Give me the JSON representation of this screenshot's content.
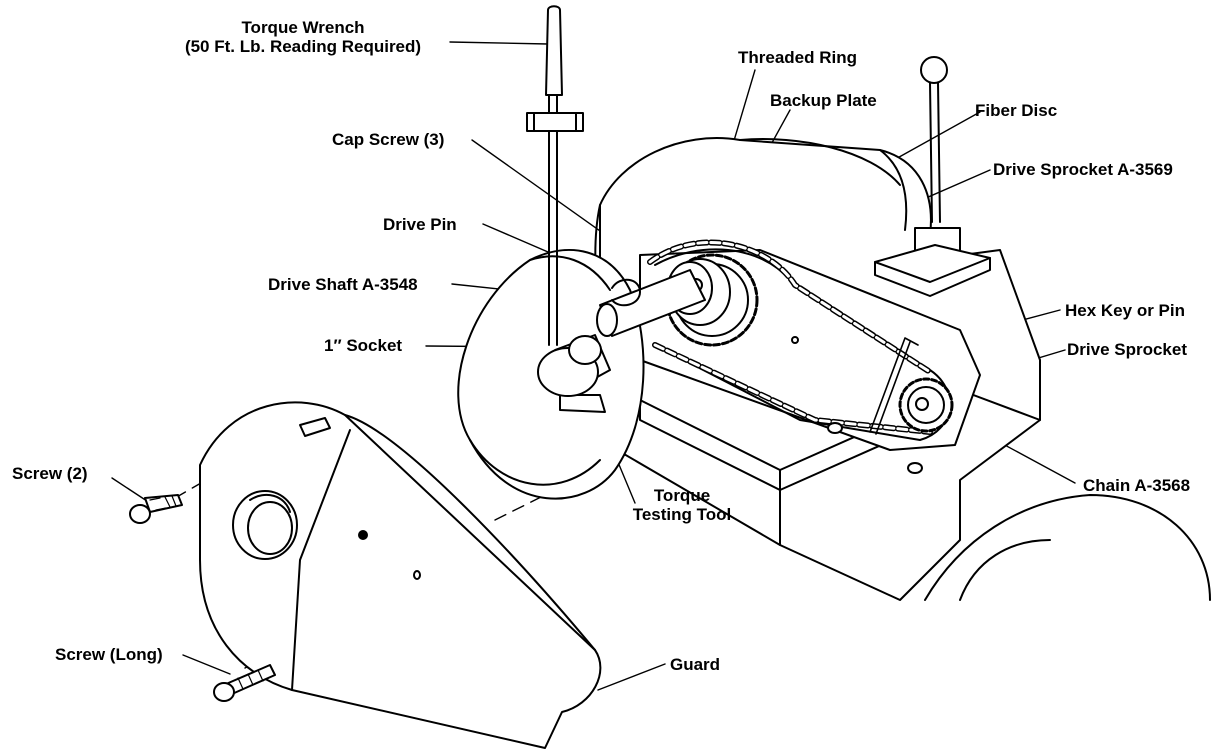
{
  "labels": {
    "torque_wrench_line1": "Torque Wrench",
    "torque_wrench_line2": "(50 Ft. Lb. Reading Required)",
    "threaded_ring": "Threaded Ring",
    "backup_plate": "Backup Plate",
    "fiber_disc": "Fiber Disc",
    "cap_screw": "Cap Screw (3)",
    "drive_sprocket_a3569": "Drive Sprocket A-3569",
    "drive_pin": "Drive Pin",
    "drive_shaft": "Drive Shaft A-3548",
    "hex_key": "Hex Key or Pin",
    "socket": "1″ Socket",
    "drive_sprocket": "Drive Sprocket",
    "screw_2": "Screw (2)",
    "torque_tool_line1": "Torque",
    "torque_tool_line2": "Testing Tool",
    "chain": "Chain A-3568",
    "screw_long": "Screw (Long)",
    "guard": "Guard"
  },
  "colors": {
    "ink": "#000000",
    "paper": "#ffffff",
    "shade": "#e8e8e8"
  }
}
